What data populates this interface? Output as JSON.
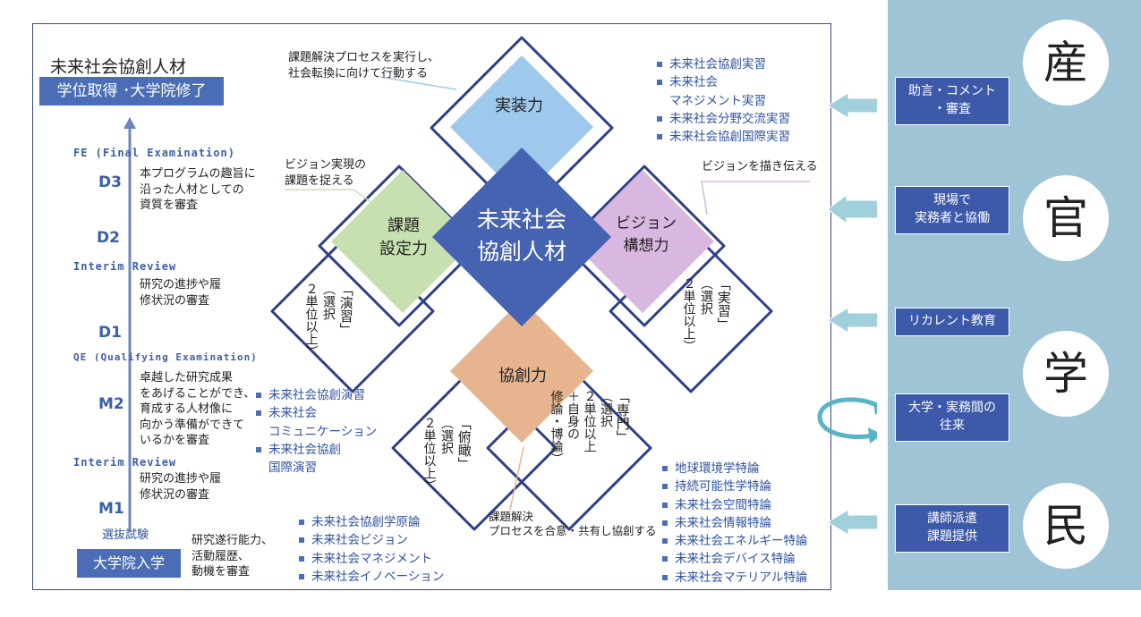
{
  "left": {
    "title": "未来社会協創人材",
    "goal": "学位取得 ･大学院修了",
    "fe": "FE (Final Examination)",
    "d3": "D3",
    "d3_note": [
      "本プログラムの趣旨に",
      "沿った人材としての",
      "資質を審査"
    ],
    "d2": "D2",
    "interim1": "Interim Review",
    "interim1_note": [
      "研究の進捗や履",
      "修状況の審査"
    ],
    "d1": "D1",
    "qe": "QE (Qualifying Examination)",
    "m2": "M2",
    "m2_note": [
      "卓越した研究成果",
      "をあげることができ、",
      "育成する人材像に",
      "向かう準備ができて",
      "いるかを審査"
    ],
    "interim2": "Interim Review",
    "interim2_note": [
      "研究の進捗や履",
      "修状況の審査"
    ],
    "m1": "M1",
    "selection": "選抜試験",
    "selection_note": [
      "研究遂行能力、",
      "活動履歴、",
      "動機を審査"
    ],
    "entry": "大学院入学"
  },
  "diamond": {
    "center": [
      "未来社会",
      "協創人材"
    ],
    "top": "実装力",
    "left": [
      "課題",
      "設定力"
    ],
    "right": [
      "ビジョン",
      "構想力"
    ],
    "bottom": "協創力",
    "ensyu": [
      "「演習」",
      "（選択",
      "２単位以上）"
    ],
    "jisshu": [
      "「実習」",
      "（選択",
      "２単位以上）"
    ],
    "fukan": [
      "「俯瞰」",
      "（選択",
      "２単位以上）"
    ],
    "senmon": [
      "「専門」",
      "（選択",
      "２単位以上",
      "＋自身の",
      "修論・博論）"
    ]
  },
  "callouts": {
    "top": [
      "課題解決プロセスを実行し、",
      "社会転換に向けて行動する"
    ],
    "left": [
      "ビジョン実現の",
      "課題を捉える"
    ],
    "right": "ビジョンを描き伝える",
    "bottom": [
      "課題解決",
      "プロセスを合意・共有し協創する"
    ]
  },
  "lists": {
    "jisso": [
      "未来社会協創実習",
      "未来社会",
      "マネジメント実習",
      "未来社会分野交流実習",
      "未来社会協創国際実習"
    ],
    "ensyu": [
      "未来社会協創演習",
      "未来社会",
      "コミュニケーション",
      "未来社会協創",
      "国際演習"
    ],
    "fukan": [
      "未来社会協創学原論",
      "未来社会ビジョン",
      "未来社会マネジメント",
      "未来社会イノベーション"
    ],
    "senmon": [
      "地球環境学特論",
      "持続可能性学特論",
      "未来社会空間特論",
      "未来社会情報特論",
      "未来社会エネルギー特論",
      "未来社会デバイス特論",
      "未来社会マテリアル特論"
    ]
  },
  "side": {
    "chars": [
      "産",
      "官",
      "学",
      "民"
    ],
    "boxes": [
      [
        "助言・コメント",
        "・審査"
      ],
      [
        "現場で",
        "実務者と協働"
      ],
      [
        "リカレント教育"
      ],
      [
        "大学・実務間の",
        "往来"
      ],
      [
        "講師派遣",
        "課題提供"
      ]
    ]
  },
  "colors": {
    "accent": "#4a6db5",
    "center": "#4563b0",
    "top": "#9ec9ec",
    "left": "#c7e0b0",
    "right": "#d8b8e0",
    "bottom": "#e6b48e",
    "side_bg": "#9fc4d6"
  }
}
